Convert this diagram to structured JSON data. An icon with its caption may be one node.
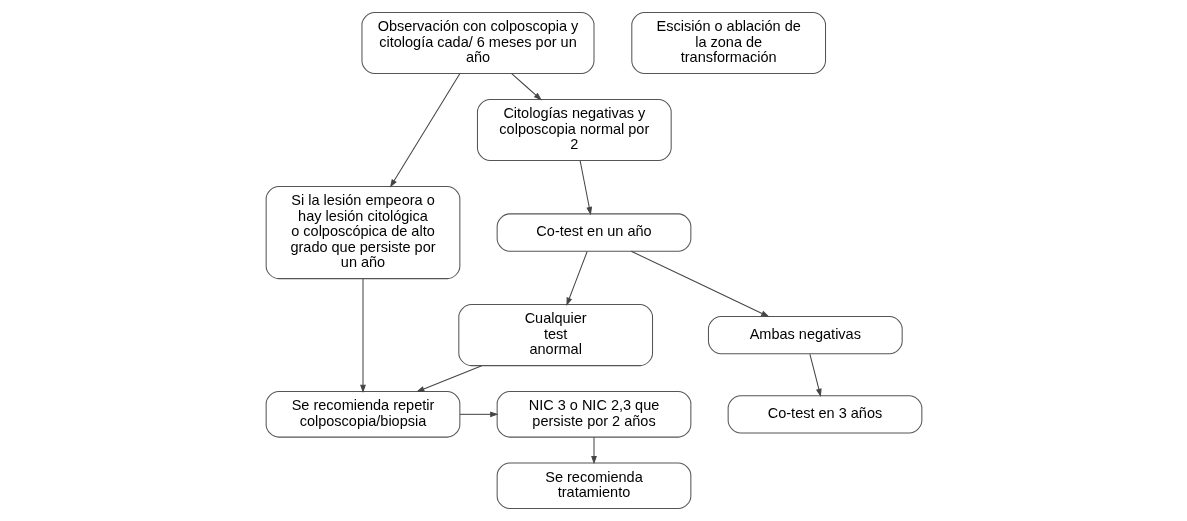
{
  "diagram": {
    "nodes": [
      {
        "text": [
          "Observación con colposcopia y citología cada/ 6 meses por un año"
        ]
      },
      {
        "text": [
          "Escisión o ablación de la zona de transformación"
        ]
      },
      {
        "text": [
          "Citologías negativas y colposcopia normal por 2"
        ]
      },
      {
        "text": [
          "Si la lesión empeora o hay lesión citológica o colposcópica de alto grado que persiste por un año"
        ]
      },
      {
        "text": [
          "Co-test en un año"
        ]
      },
      {
        "text": [
          "Cualquier test anormal"
        ]
      },
      {
        "text": [
          "Ambas negativas"
        ]
      },
      {
        "text": [
          "Se recomienda repetir colposcopia/biopsia"
        ]
      },
      {
        "text": [
          "NIC 3 o NIC 2,3 que persiste por 2 años"
        ]
      },
      {
        "text": [
          "Se recomienda tratamiento"
        ]
      },
      {
        "text": [
          "Co-test en 3 años"
        ]
      }
    ],
    "edges": [
      {
        "from": 0,
        "to": 2,
        "arrow": "to"
      },
      {
        "from": 0,
        "to": 3,
        "arrow": "to"
      },
      {
        "from": 2,
        "to": 4,
        "arrow": "to"
      },
      {
        "from": 4,
        "to": 5,
        "arrow": "to"
      },
      {
        "from": 4,
        "to": 6,
        "arrow": "to"
      },
      {
        "from": 6,
        "to": 10,
        "arrow": "to"
      },
      {
        "from": 3,
        "to": 7,
        "arrow": "to"
      },
      {
        "from": 5,
        "to": 7,
        "arrow": "to"
      },
      {
        "from": 7,
        "to": 8,
        "arrow": "to"
      },
      {
        "from": 8,
        "to": 9,
        "arrow": "to"
      }
    ]
  }
}
